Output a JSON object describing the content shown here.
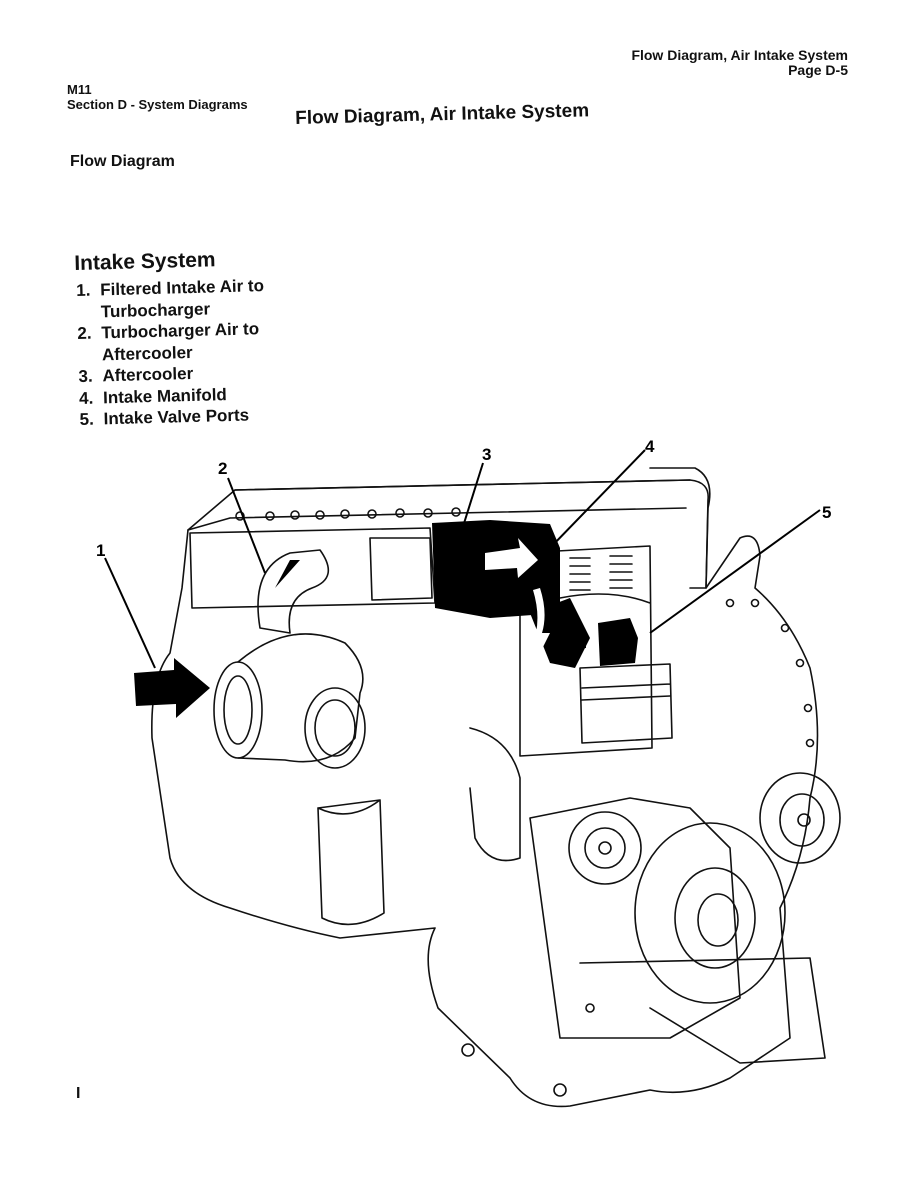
{
  "header": {
    "right_line1": "Flow Diagram, Air Intake System",
    "right_line2": "Page D-5",
    "left_line1": "M11",
    "left_line2": "Section D - System Diagrams"
  },
  "page_title": "Flow Diagram, Air Intake System",
  "section_subtitle": "Flow Diagram",
  "legend": {
    "title": "Intake System",
    "items": [
      {
        "num": "1.",
        "line1": "Filtered Intake Air to",
        "line2": "Turbocharger"
      },
      {
        "num": "2.",
        "line1": "Turbocharger Air to",
        "line2": "Aftercooler"
      },
      {
        "num": "3.",
        "line1": "Aftercooler",
        "line2": ""
      },
      {
        "num": "4.",
        "line1": "Intake Manifold",
        "line2": ""
      },
      {
        "num": "5.",
        "line1": "Intake Valve Ports",
        "line2": ""
      }
    ]
  },
  "callouts": [
    "1",
    "2",
    "3",
    "4",
    "5"
  ],
  "stray_mark": "I"
}
